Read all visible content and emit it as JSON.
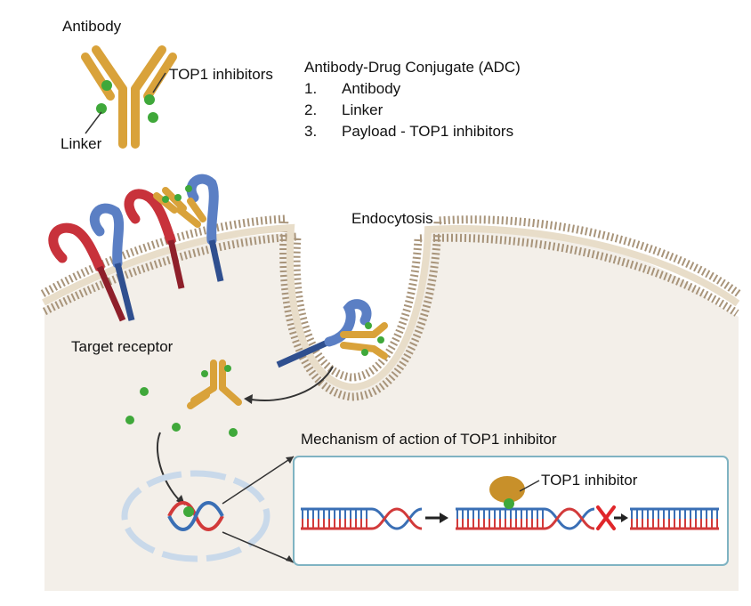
{
  "labels": {
    "antibody": "Antibody",
    "top1_inhibitors": "TOP1 inhibitors",
    "linker": "Linker",
    "endocytosis": "Endocytosis",
    "target_receptor": "Target receptor",
    "mechanism_title": "Mechanism of action of TOP1 inhibitor",
    "top1_inhibitor": "TOP1 inhibitor"
  },
  "adc_legend": {
    "title": "Antibody-Drug Conjugate (ADC)",
    "items": [
      {
        "num": "1.",
        "text": "Antibody"
      },
      {
        "num": "2.",
        "text": "Linker"
      },
      {
        "num": "3.",
        "text": "Payload - TOP1 inhibitors"
      }
    ]
  },
  "colors": {
    "antibody": "#d9a23a",
    "antibody_dark": "#b7821f",
    "payload": "#3fa83a",
    "receptor_red": "#c8323b",
    "receptor_blue": "#5b7fc4",
    "membrane": "#a8947a",
    "cell": "#f3efe9",
    "dna_red": "#d23a3a",
    "dna_blue": "#3a6fb5",
    "panel_border": "#7fb3c2",
    "nucleus": "#c9d9ea",
    "cross": "#e0262a",
    "top1_enzyme": "#c8902a"
  },
  "icons": {
    "payload": "star-burst",
    "block": "x-mark",
    "arrow": "right-arrow"
  }
}
